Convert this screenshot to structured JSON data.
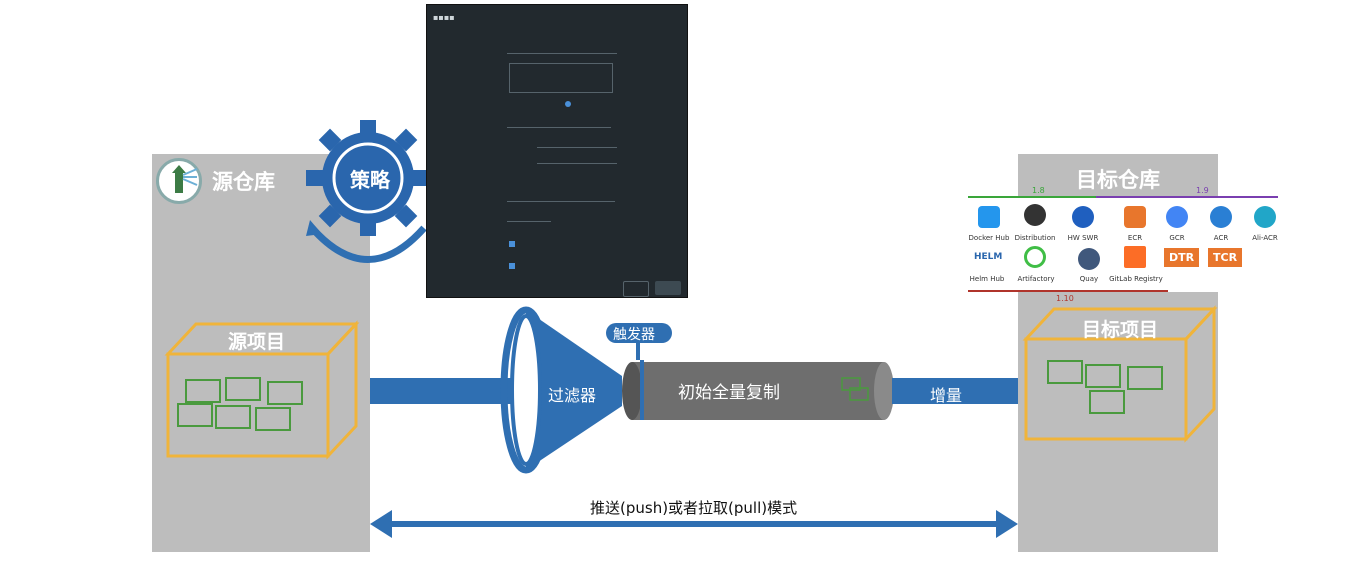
{
  "source": {
    "title": "源仓库",
    "project": "源项目"
  },
  "target": {
    "title": "目标仓库",
    "project": "目标项目"
  },
  "policy": {
    "label": "策略"
  },
  "filter_label": "过滤器",
  "trigger_label": "触发器",
  "full_copy_label": "初始全量复制",
  "incremental_label": "增量",
  "mode_label": "推送(push)或者拉取(pull)模式",
  "versions": {
    "v18": "1.8",
    "v19": "1.9",
    "v110": "1.10"
  },
  "registries_row1": [
    "Docker Hub",
    "Distribution",
    "HW SWR",
    "ECR",
    "GCR",
    "ACR",
    "Ali-ACR"
  ],
  "registries_row2": [
    "Helm Hub",
    "Artifactory",
    "Quay",
    "GitLab Registry"
  ],
  "badges": {
    "dtr": "DTR",
    "tcr": "TCR",
    "helm": "HELM"
  },
  "colors": {
    "panel": "#bdbdbd",
    "blue": "#2f6fb2",
    "gear": "#2a66ad",
    "yellow": "#f0b43a",
    "container": "#4a9a3e",
    "green_line": "#3aa63a",
    "purple_line": "#7a3fb0",
    "red_line": "#b0342b",
    "dialog_bg": "#22292e",
    "orange": "#e8762c"
  }
}
